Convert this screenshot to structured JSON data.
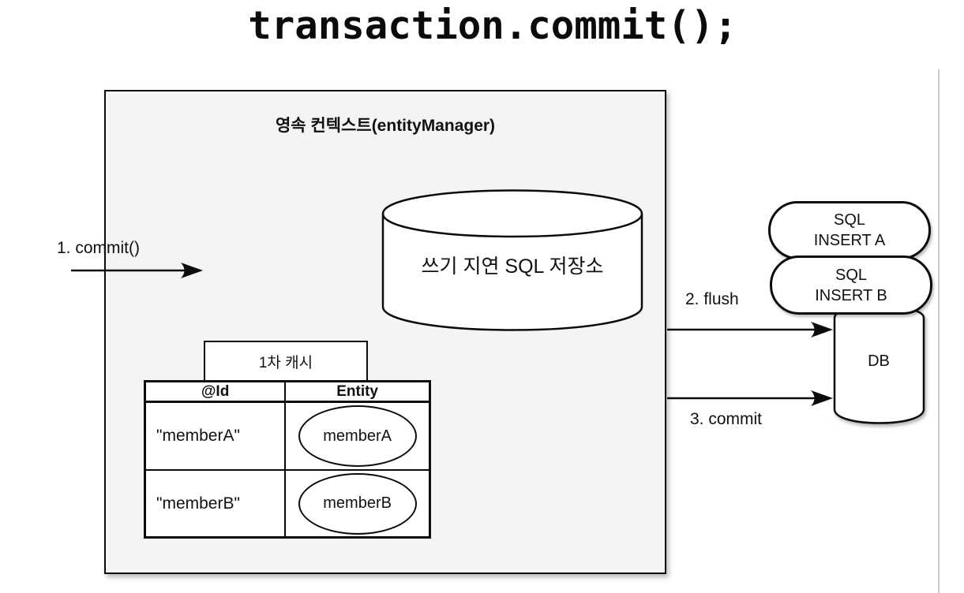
{
  "title": "transaction.commit();",
  "persistence_context": {
    "title": "영속 컨텍스트(entityManager)"
  },
  "write_behind_store": {
    "label": "쓰기 지연 SQL 저장소"
  },
  "first_level_cache": {
    "tab_label": "1차 캐시",
    "columns": [
      "@Id",
      "Entity"
    ],
    "rows": [
      {
        "id": "\"memberA\"",
        "entity": "memberA"
      },
      {
        "id": "\"memberB\"",
        "entity": "memberB"
      }
    ]
  },
  "flow": {
    "step1": "1. commit()",
    "step2": "2. flush",
    "step3": "3. commit"
  },
  "sql_queue": [
    {
      "line1": "SQL",
      "line2": "INSERT A"
    },
    {
      "line1": "SQL",
      "line2": "INSERT B"
    }
  ],
  "database": {
    "label": "DB"
  },
  "colors": {
    "context_fill": "#f4f4f4",
    "shape_fill": "#ffffff",
    "stroke": "#0c0c0c",
    "page_edge": "#cccccc"
  }
}
